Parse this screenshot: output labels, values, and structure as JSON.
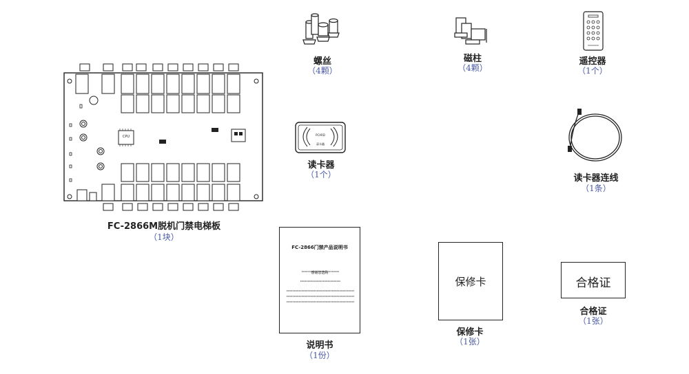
{
  "items": {
    "board": {
      "name": "FC-2866M脱机门禁电梯板",
      "qty": "（1块）",
      "cpu_label": "CPU"
    },
    "screws": {
      "name": "螺丝",
      "qty": "（4颗）"
    },
    "magnets": {
      "name": "磁柱",
      "qty": "（4颗）"
    },
    "remote": {
      "name": "遥控器",
      "qty": "（1个）"
    },
    "reader": {
      "name": "读卡器",
      "qty": "（1个）",
      "card_text": "PCARD",
      "card_sub": "读卡器"
    },
    "cable": {
      "name": "读卡器连线",
      "qty": "（1条）"
    },
    "manual": {
      "name": "说明书",
      "qty": "（1份）",
      "doc_title": "FC-2866门禁产品说明书",
      "doc_subtitle": "感谢您选购"
    },
    "warranty": {
      "name": "保修卡",
      "qty": "（1张）",
      "card_text": "保修卡"
    },
    "certificate": {
      "name": "合格证",
      "qty": "（1张）",
      "card_text": "合格证"
    }
  }
}
